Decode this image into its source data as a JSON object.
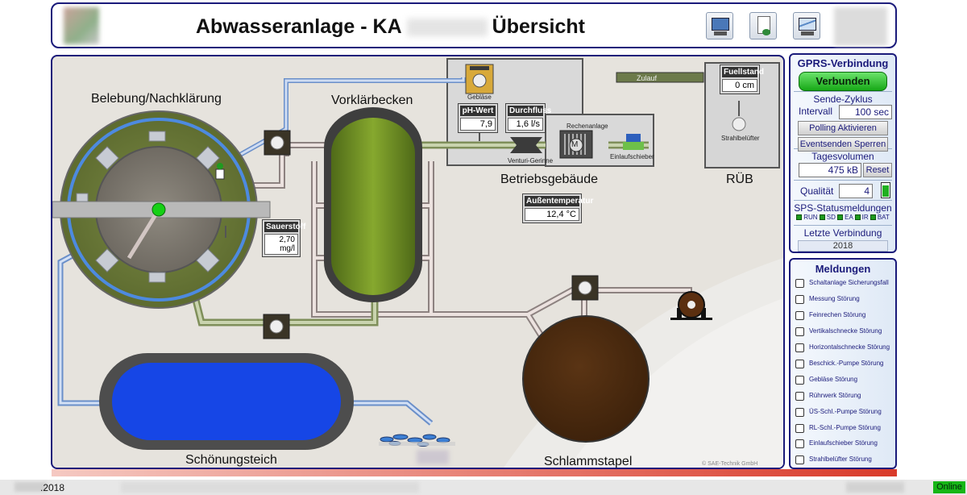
{
  "header": {
    "title_left": "Abwasseranlage - KA",
    "title_right": "Übersicht",
    "buttons": [
      {
        "name": "monitor-icon"
      },
      {
        "name": "document-icon"
      },
      {
        "name": "chart-icon"
      }
    ]
  },
  "plant": {
    "labels": {
      "belebung": "Belebung/Nachklärung",
      "vorklaerbecken": "Vorklärbecken",
      "betriebsgebaeude": "Betriebsgebäude",
      "rueb": "RÜB",
      "schoenungsteich": "Schönungsteich",
      "schlammstapel": "Schlammstapel",
      "geblaese": "Gebläse",
      "rechenanlage": "Rechenanlage",
      "venturi": "Venturi-Gerinne",
      "einlaufschieber": "Einlaufschieber",
      "zulauf": "Zulauf",
      "strahlbeluefter": "Strahlbelüfter",
      "copyright": "© SAE-Technik GmbH",
      "motor": "M"
    },
    "measurements": {
      "ph": {
        "caption": "pH-Wert",
        "value": "7,9"
      },
      "durchfluss": {
        "caption": "Durchfluss",
        "value": "1,6 l/s"
      },
      "fuellstand": {
        "caption": "Fuellstand",
        "value": "0 cm"
      },
      "sauerstoff": {
        "caption": "Sauerstoff",
        "value": "2,70 mg/l"
      },
      "aussentemp": {
        "caption": "Außentemperatur",
        "value": "12,4 °C"
      }
    }
  },
  "sidebar": {
    "gprs_title": "GPRS-Verbindung",
    "gprs_status": "Verbunden",
    "sende_title": "Sende-Zyklus",
    "intervall_label": "Intervall",
    "intervall_value": "100 sec",
    "polling_button": "Polling Aktivieren",
    "eventsenden_button": "Eventsenden Sperren",
    "tagesvolumen_title": "Tagesvolumen",
    "tagesvolumen_value": "475 kB",
    "reset_button": "Reset",
    "qualitaet_label": "Qualität",
    "qualitaet_value": "4",
    "sps_title": "SPS-Statusmeldungen",
    "sps_leds": [
      "RUN",
      "SD",
      "EA",
      "IR",
      "BAT"
    ],
    "letzte_title": "Letzte Verbindung",
    "letzte_value": "2018",
    "meldungen_title": "Meldungen",
    "meldungen": [
      "Schaltanlage Sicherungsfall",
      "Messung Störung",
      "Feinrechen Störung",
      "Vertikalschnecke Störung",
      "Horizontalschnecke Störung",
      "Beschick.-Pumpe Störung",
      "Gebläse Störung",
      "Rührwerk Störung",
      "ÜS-Schl.-Pumpe Störung",
      "RL-Schl.-Pumpe Störung",
      "Einlaufschieber Störung",
      "Strahlbelüfter Störung"
    ]
  },
  "status": {
    "date": ".2018",
    "online": "Online"
  },
  "colors": {
    "frame": "#1a1a7a",
    "basin_green": "#6e7d3a",
    "pond_blue": "#1646e6",
    "sludge_brown": "#4b2a10",
    "led_green": "#1e9a1e"
  }
}
